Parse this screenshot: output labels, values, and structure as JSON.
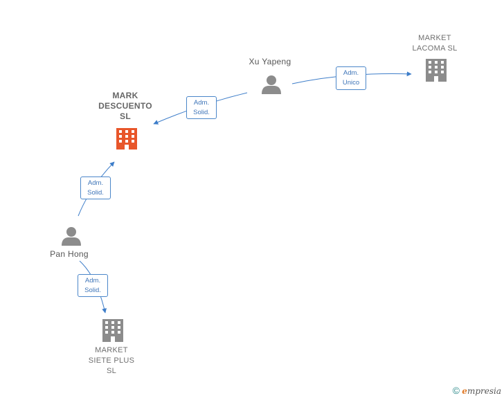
{
  "nodes": {
    "mark_descuento": {
      "label": "MARK\nDESCUENTO\nSL",
      "color": "#e8562a"
    },
    "market_lacoma": {
      "label": "MARKET\nLACOMA  SL",
      "color": "#8c8c8c"
    },
    "market_siete_plus": {
      "label": "MARKET\nSIETE PLUS\nSL",
      "color": "#8c8c8c"
    },
    "xu_yapeng": {
      "label": "Xu Yapeng",
      "color": "#8c8c8c"
    },
    "pan_hong": {
      "label": "Pan Hong",
      "color": "#8c8c8c"
    }
  },
  "edges": {
    "xu_to_mark": {
      "line1": "Adm.",
      "line2": "Solid."
    },
    "xu_to_lacoma": {
      "line1": "Adm.",
      "line2": "Unico"
    },
    "pan_to_mark": {
      "line1": "Adm.",
      "line2": "Solid."
    },
    "pan_to_siete": {
      "line1": "Adm.",
      "line2": "Solid."
    }
  },
  "colors": {
    "edge": "#3d7dc9"
  },
  "footer": {
    "copyright_symbol": "©",
    "brand_initial": "e",
    "brand_rest": "mpresia"
  }
}
